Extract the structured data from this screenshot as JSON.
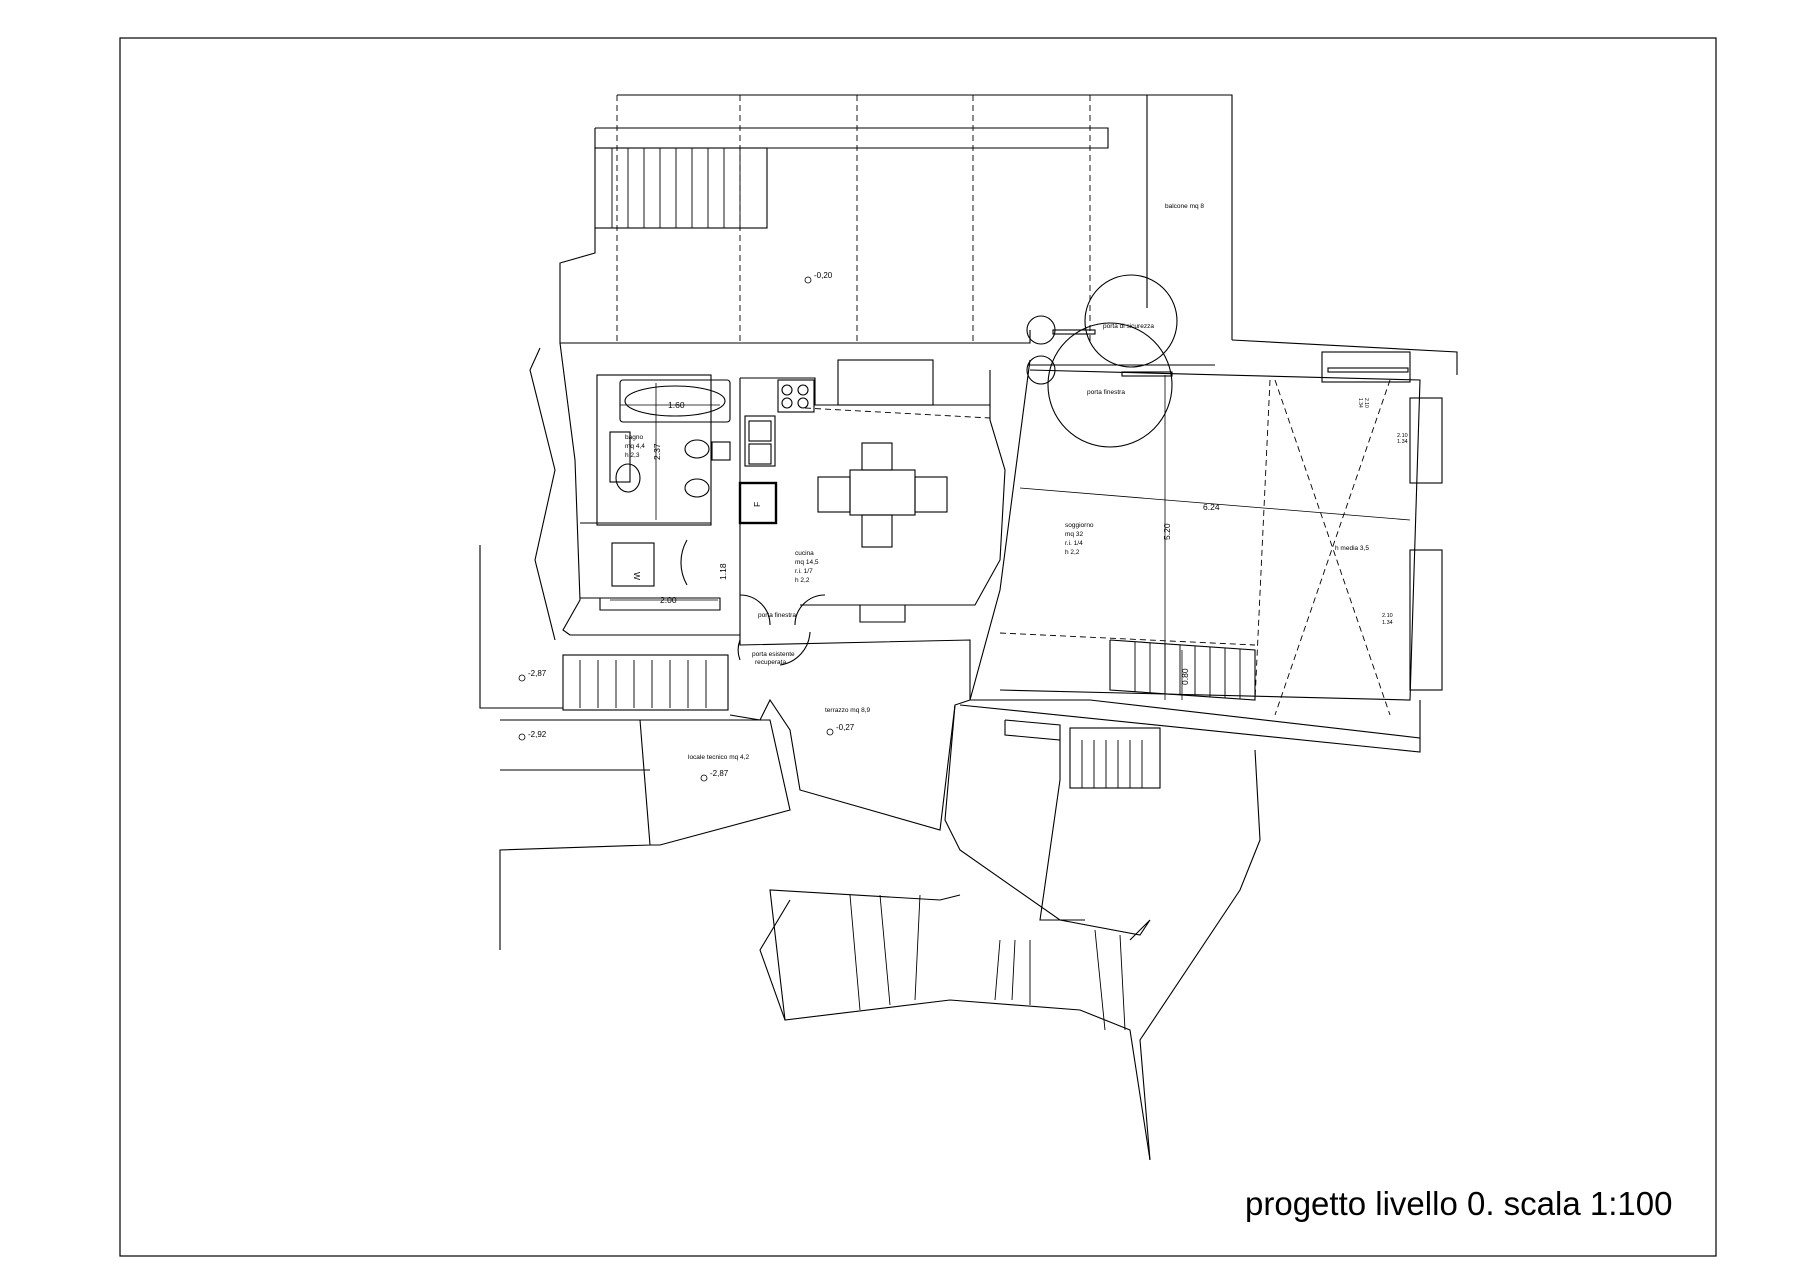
{
  "title": "progetto livello 0. scala 1:100",
  "rooms": {
    "bagno": [
      "bagno",
      "mq 4,4",
      "h 2,3"
    ],
    "cucina": [
      "cucina",
      "mq 14,5",
      "r.i. 1/7",
      "h 2,2"
    ],
    "soggiorno": [
      "soggiorno",
      "mq 32",
      "r.i. 1/4",
      "h 2,2"
    ],
    "balcone": "balcone mq 8",
    "terrazzo": "terrazzo mq 8,9",
    "locale_tecnico": "locale tecnico mq 4,2",
    "h_media": "h media 3,5"
  },
  "doors": {
    "porta_sicurezza": "porta di sicurezza",
    "porta_finestra_1": "porta finestra",
    "porta_finestra_2": "porta finestra",
    "porta_esistente": [
      "porta esistente",
      "recuperata"
    ]
  },
  "dimensions": {
    "bath_tub": "1.60",
    "bath_height": "2.37",
    "corridor": "2.00",
    "door_width": "1.18",
    "living_width": "6.24",
    "living_depth": "5.20",
    "stair_width": "0.80",
    "window_1": [
      "2.10",
      "1.34"
    ],
    "window_2": [
      "2.10",
      "1.34"
    ],
    "window_3": [
      "2.10",
      "1.34"
    ]
  },
  "levels": {
    "balcony": "-0,20",
    "terrace": "-0,27",
    "left_upper": "-2,87",
    "left_lower": "-2,92",
    "technical": "-2,87"
  },
  "appliance_labels": {
    "fridge": "F",
    "washer": "W"
  }
}
